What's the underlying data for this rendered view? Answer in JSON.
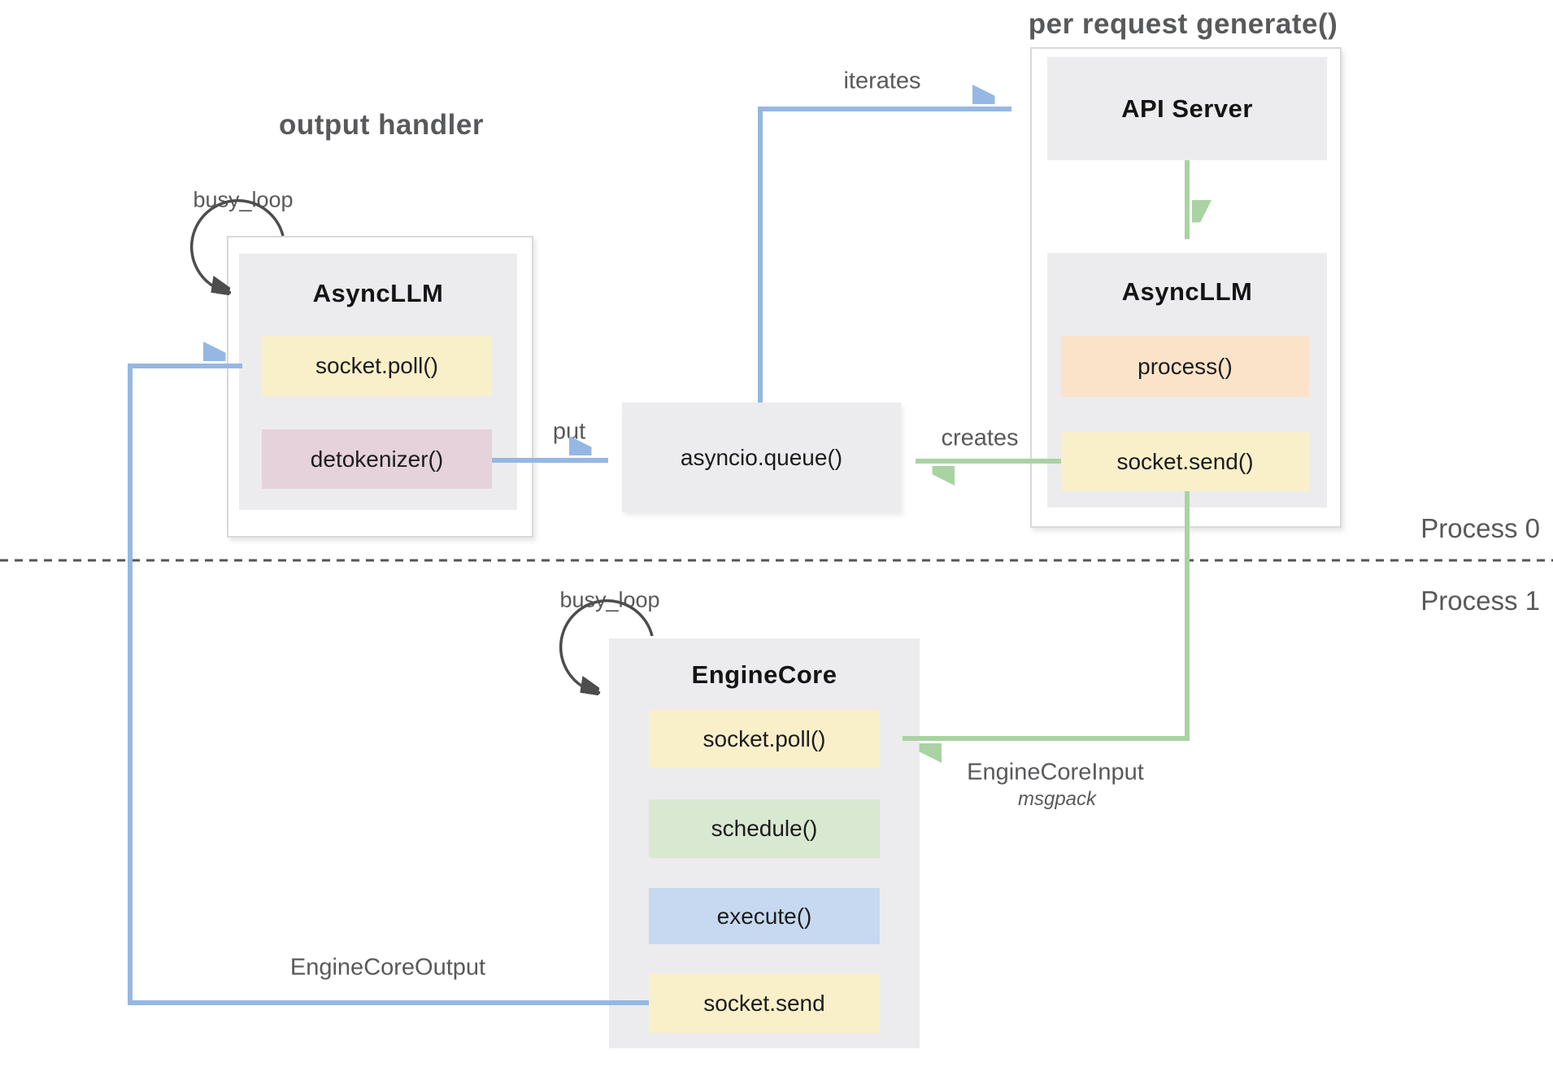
{
  "titles": {
    "output_handler": "output handler",
    "per_request": "per request generate()"
  },
  "process_labels": {
    "p0": "Process 0",
    "p1": "Process 1"
  },
  "arrow_labels": {
    "busy_loop_top": "busy_loop",
    "busy_loop_bottom": "busy_loop",
    "iterates": "iterates",
    "put": "put",
    "creates": "creates",
    "engine_core_input": "EngineCoreInput",
    "engine_core_input_format": "msgpack",
    "engine_core_output": "EngineCoreOutput"
  },
  "output_handler_group": {
    "component": "AsyncLLM",
    "methods": [
      {
        "label": "socket.poll()"
      },
      {
        "label": "detokenizer()"
      }
    ]
  },
  "per_request_group": {
    "api_server": "API Server",
    "component": "AsyncLLM",
    "methods": [
      {
        "label": "process()"
      },
      {
        "label": "socket.send()"
      }
    ]
  },
  "engine_core_group": {
    "component": "EngineCore",
    "methods": [
      {
        "label": "socket.poll()"
      },
      {
        "label": "schedule()"
      },
      {
        "label": "execute()"
      },
      {
        "label": "socket.send"
      }
    ]
  },
  "queue": {
    "label": "asyncio.queue()"
  },
  "colors": {
    "yellow": "#f9efc9",
    "pink": "#e5d2db",
    "peach": "#fae3c9",
    "green_box": "#d9e8d1",
    "blue_box": "#c6d9f1",
    "gray_box": "#ececee",
    "blue_arrow": "#96b7e3",
    "green_arrow": "#a9d3a2",
    "dark_arrow": "#4d4d4d",
    "divider": "#555555"
  }
}
